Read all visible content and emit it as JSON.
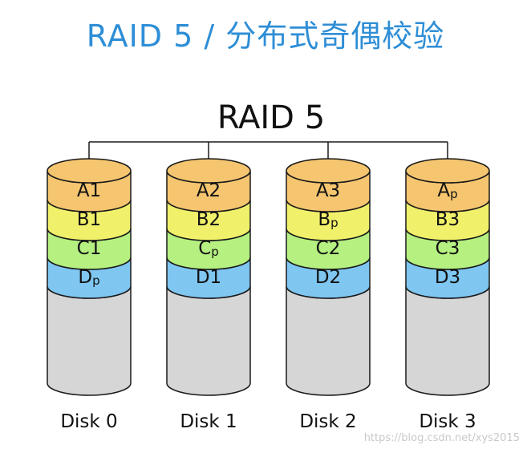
{
  "header": {
    "title": "RAID 5 / 分布式奇偶校验"
  },
  "diagram": {
    "title": "RAID 5",
    "disks": [
      {
        "label": "Disk 0",
        "blocks": [
          "A1",
          "B1",
          "C1",
          "Dp"
        ]
      },
      {
        "label": "Disk 1",
        "blocks": [
          "A2",
          "B2",
          "Cp",
          "D1"
        ]
      },
      {
        "label": "Disk 2",
        "blocks": [
          "A3",
          "Bp",
          "C2",
          "D2"
        ]
      },
      {
        "label": "Disk 3",
        "blocks": [
          "Ap",
          "B3",
          "C3",
          "D3"
        ]
      }
    ],
    "row_colors": [
      "#f5c56f",
      "#f0f06a",
      "#b5f080",
      "#7fc6f1"
    ],
    "empty_color": "#d6d6d6"
  },
  "watermark": "https://blog.csdn.net/xys2015",
  "colors": {
    "title": "#2e8ed6",
    "text": "#111111"
  }
}
